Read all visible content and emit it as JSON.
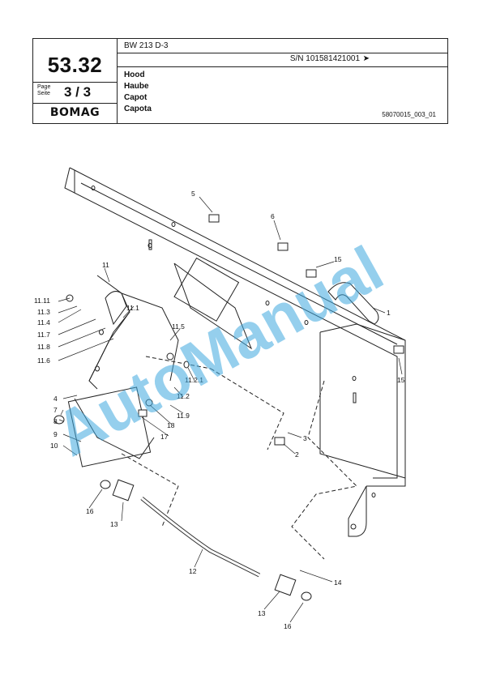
{
  "header": {
    "model": "BW 213 D-3",
    "serial": "S/N 101581421001",
    "arrow": "➤",
    "page_number": "53.32",
    "page_label_1": "Page",
    "page_label_2": "Seite",
    "page_value": "3 / 3",
    "logo": "BOMAG",
    "titles": [
      "Hood",
      "Haube",
      "Capot",
      "Capota"
    ],
    "doc_no": "58070015_003_01"
  },
  "watermark": "AutoManual",
  "callouts": [
    "1",
    "2",
    "3",
    "4",
    "5",
    "6",
    "7",
    "8",
    "9",
    "10",
    "11",
    "11.1",
    "11.2",
    "11.2.1",
    "11.3",
    "11.4",
    "11.5",
    "11.6",
    "11.7",
    "11.8",
    "11.9",
    "11.11",
    "12",
    "13",
    "13",
    "14",
    "15",
    "15",
    "16",
    "16",
    "17",
    "18"
  ],
  "colors": {
    "line": "#222222",
    "watermark": "#3fa9e0"
  }
}
